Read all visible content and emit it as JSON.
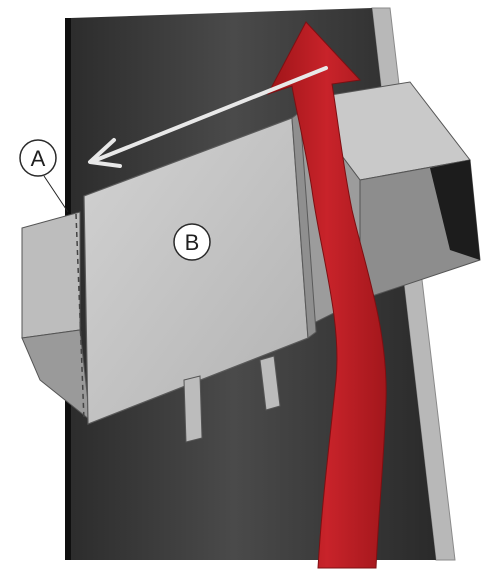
{
  "labels": {
    "a": "A",
    "b": "B"
  },
  "colors": {
    "background": "#ffffff",
    "dark_panel": "#3b3b3b",
    "panel_edge": "#111111",
    "metal_light": "#c4c4c4",
    "metal_mid": "#a8a8a8",
    "metal_dark": "#6e6e6e",
    "duct_inner": "#1c1c1c",
    "red_arrow": "#b31b1f",
    "white_arrow": "#e8e8e8",
    "callout_fill": "#ffffff",
    "callout_stroke": "#2a2a2a"
  },
  "icons": {
    "red_flow_arrow": "red-flow-arrow",
    "white_direction_arrow": "white-direction-arrow"
  }
}
